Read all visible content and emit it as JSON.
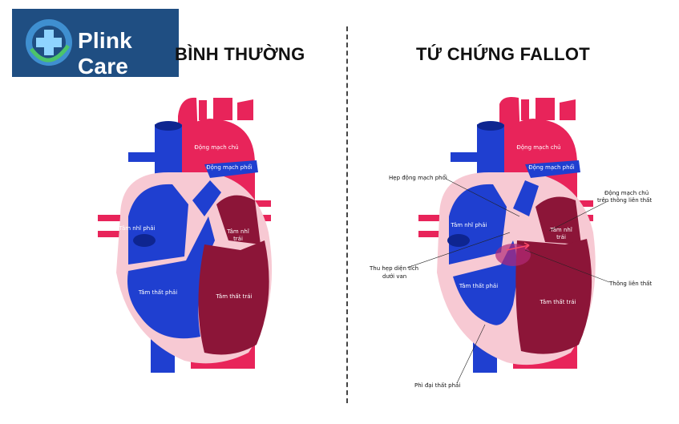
{
  "logo": {
    "text": "Plink Care"
  },
  "titles": {
    "normal": "BÌNH THƯỜNG",
    "fallot": "TỨ CHỨNG FALLOT"
  },
  "normal_heart": {
    "aorta": "Động mạch chủ",
    "pulmonary_artery": "Động mạch phổi",
    "right_atrium": "Tâm nhĩ phải",
    "left_atrium_1": "Tâm nhĩ",
    "left_atrium_2": "trái",
    "right_ventricle": "Tâm thất phải",
    "left_ventricle": "Tâm thất trái"
  },
  "fallot_heart": {
    "aorta": "Động mạch chủ",
    "pulmonary_artery": "Động mạch phổi",
    "right_atrium": "Tâm nhĩ phải",
    "left_atrium_1": "Tâm nhĩ",
    "left_atrium_2": "trái",
    "right_ventricle": "Tâm thất phải",
    "left_ventricle": "Tâm thất trái"
  },
  "callouts": {
    "pulmonary_stenosis": "Hẹp động mạch phổi",
    "overriding_aorta_1": "Động mạch chủ",
    "overriding_aorta_2": "trên thông liên thất",
    "subvalvular_1": "Thu hẹp diện tích",
    "subvalvular_2": "dưới van",
    "vsd": "Thông liên thất",
    "rv_hypertrophy": "Phì đại thất phải"
  },
  "colors": {
    "blue": "#1f3fd0",
    "red": "#e8245a",
    "dark_red": "#8c1538",
    "pink_wall": "#f7c9d3",
    "logo_bg": "#1f4e82"
  }
}
